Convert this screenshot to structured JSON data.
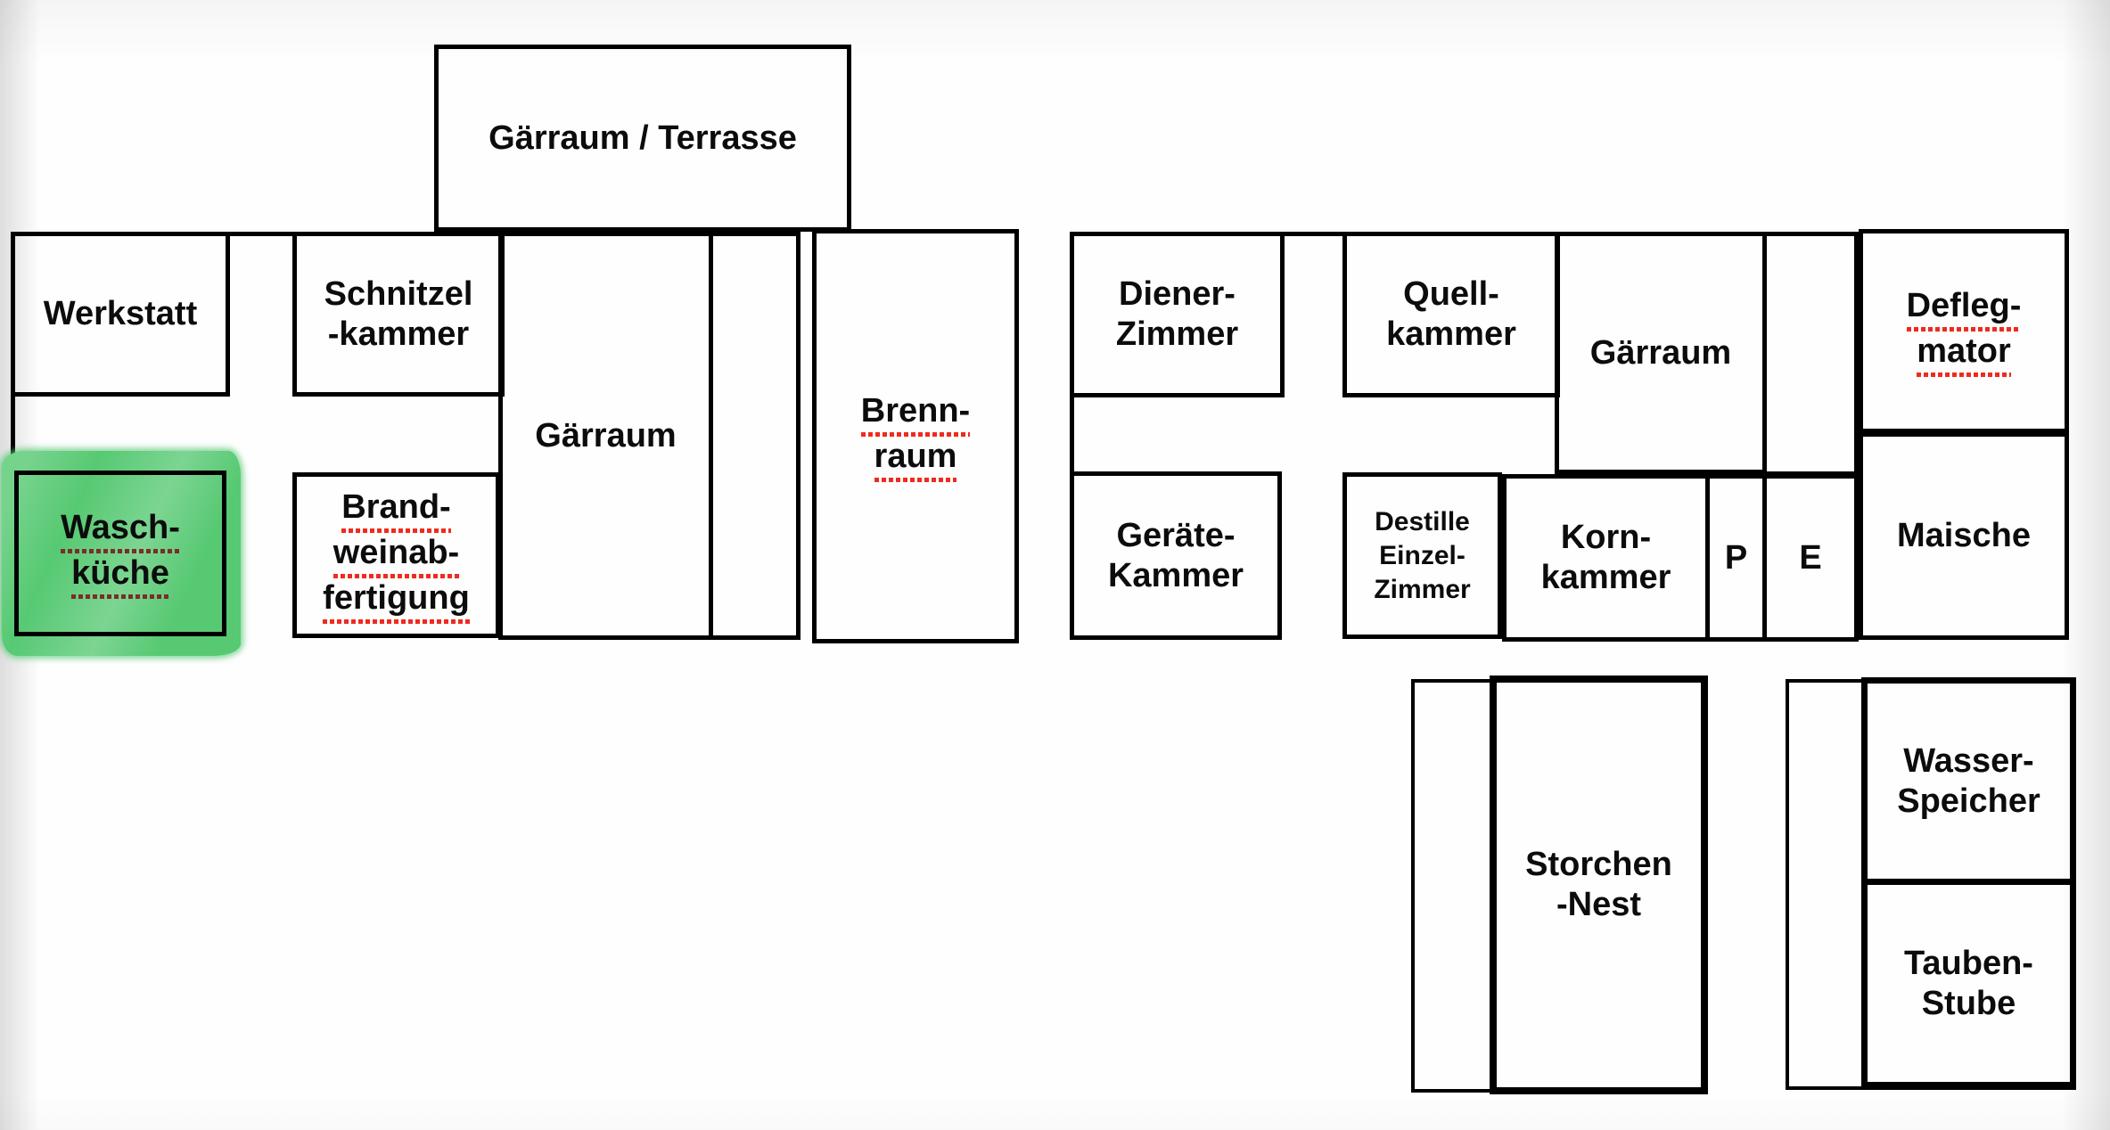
{
  "floorplan": {
    "annex_top": {
      "label": "Gärraum / Terrasse"
    },
    "left_building": {
      "werkstatt": "Werkstatt",
      "schnitzelkammer": "Schnitzel\n-kammer",
      "waschkueche": {
        "lines": [
          "Wasch-",
          "küche"
        ]
      },
      "brandweinabfertigung": {
        "lines": [
          "Brand-",
          "weinab-",
          "fertigung"
        ]
      },
      "gaerraum": "Gärraum",
      "brennraum": {
        "lines": [
          "Brenn-",
          "raum"
        ]
      }
    },
    "right_building": {
      "diener_zimmer": "Diener-\nZimmer",
      "quellkammer": "Quell-\nkammer",
      "gaerraum": "Gärraum",
      "deflegmator": {
        "lines": [
          "Defleg-",
          "mator"
        ]
      },
      "geraete_kammer": "Geräte-\nKammer",
      "destille_einzel_zimmer": "Destille\nEinzel-\nZimmer",
      "kornkammer": "Korn-\nkammer",
      "p_room": "P",
      "e_room": "E",
      "maische": "Maische"
    },
    "outbuildings": {
      "storchen_nest": "Storchen\n-Nest",
      "wasser_speicher": "Wasser-\nSpeicher",
      "tauben_stube": "Tauben-\nStube"
    },
    "highlight": {
      "room": "Wasch-küche",
      "style": "green-marker"
    },
    "colors": {
      "wall": "#000000",
      "highlight_green": "#57c973",
      "spellcheck_red": "#f02a1f",
      "spellcheck_red_on_green": "#7b2d28"
    }
  }
}
